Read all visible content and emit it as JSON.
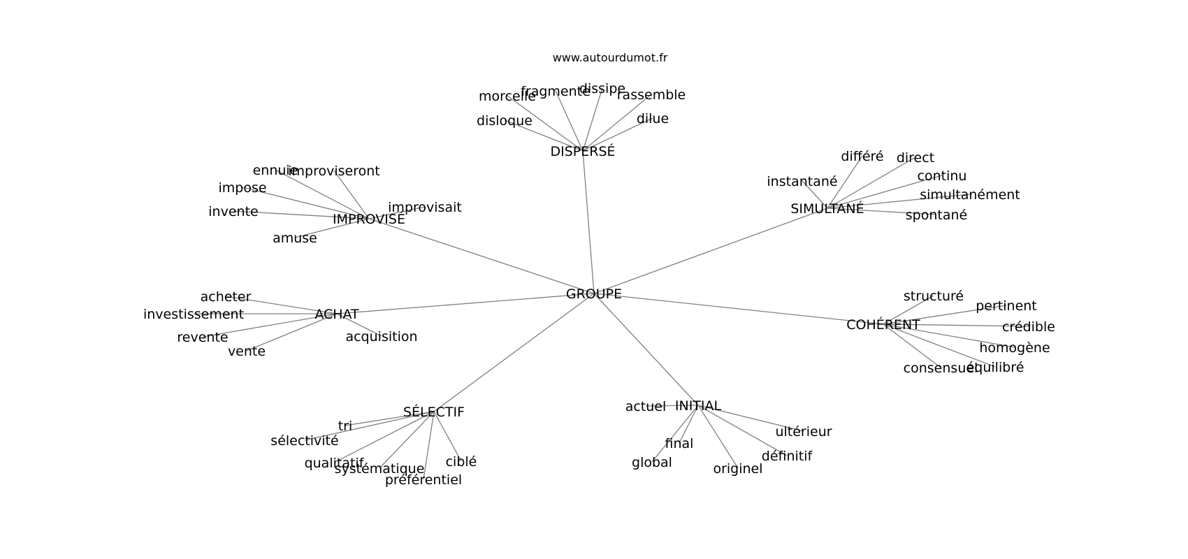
{
  "source": "www.autourdumot.fr",
  "colors": {
    "edge": "#808080",
    "text": "#000000",
    "background": "#ffffff"
  },
  "graph": {
    "center": "GROUPE",
    "clusters": [
      {
        "label": "DISPERSÉ",
        "words": [
          "morcelle",
          "fragmente",
          "dissipe",
          "rassemble",
          "disloque",
          "dilue"
        ]
      },
      {
        "label": "SIMULTANÉ",
        "words": [
          "différé",
          "direct",
          "instantané",
          "continu",
          "simultanément",
          "spontané"
        ]
      },
      {
        "label": "IMPROVISÉ",
        "words": [
          "ennuie",
          "improviseront",
          "impose",
          "improvisait",
          "invente",
          "amuse"
        ]
      },
      {
        "label": "ACHAT",
        "words": [
          "acheter",
          "investissement",
          "revente",
          "acquisition",
          "vente"
        ]
      },
      {
        "label": "COHÉRENT",
        "words": [
          "structuré",
          "pertinent",
          "crédible",
          "homogène",
          "consensuel",
          "équilibré"
        ]
      },
      {
        "label": "SÉLECTIF",
        "words": [
          "tri",
          "sélectivité",
          "qualitatif",
          "systématique",
          "ciblé",
          "préférentiel"
        ]
      },
      {
        "label": "INITIAL",
        "words": [
          "actuel",
          "ultérieur",
          "final",
          "définitif",
          "global",
          "originel"
        ]
      }
    ]
  }
}
